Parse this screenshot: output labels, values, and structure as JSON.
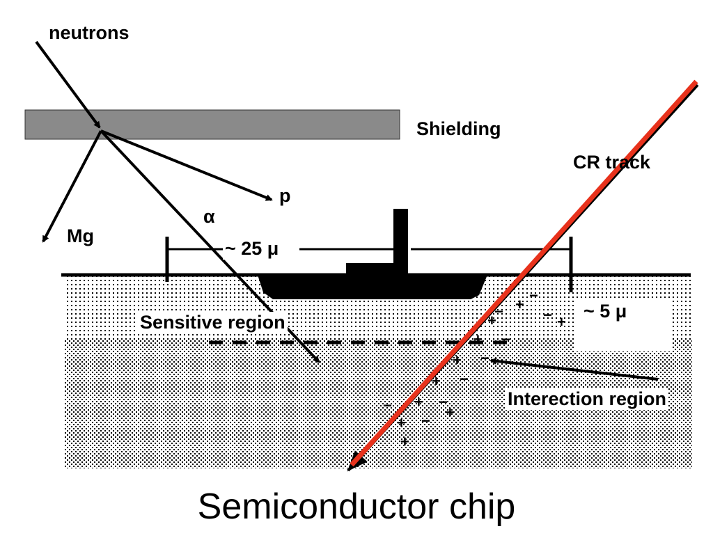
{
  "labels": {
    "neutrons": "neutrons",
    "shielding": "Shielding",
    "cr_track": "CR track",
    "p": "p",
    "alpha": "α",
    "mg": "Mg",
    "width": "~  25 μ",
    "sensitive_region": "Sensitive region",
    "depth": "~ 5 μ",
    "interaction_region": "Interection region",
    "caption": "Semiconductor chip"
  },
  "charge_marks": {
    "plus": "+",
    "minus": "−"
  },
  "colors": {
    "cr_track": "#e8321c",
    "shielding": "#8a8a8a",
    "ink": "#000000"
  }
}
